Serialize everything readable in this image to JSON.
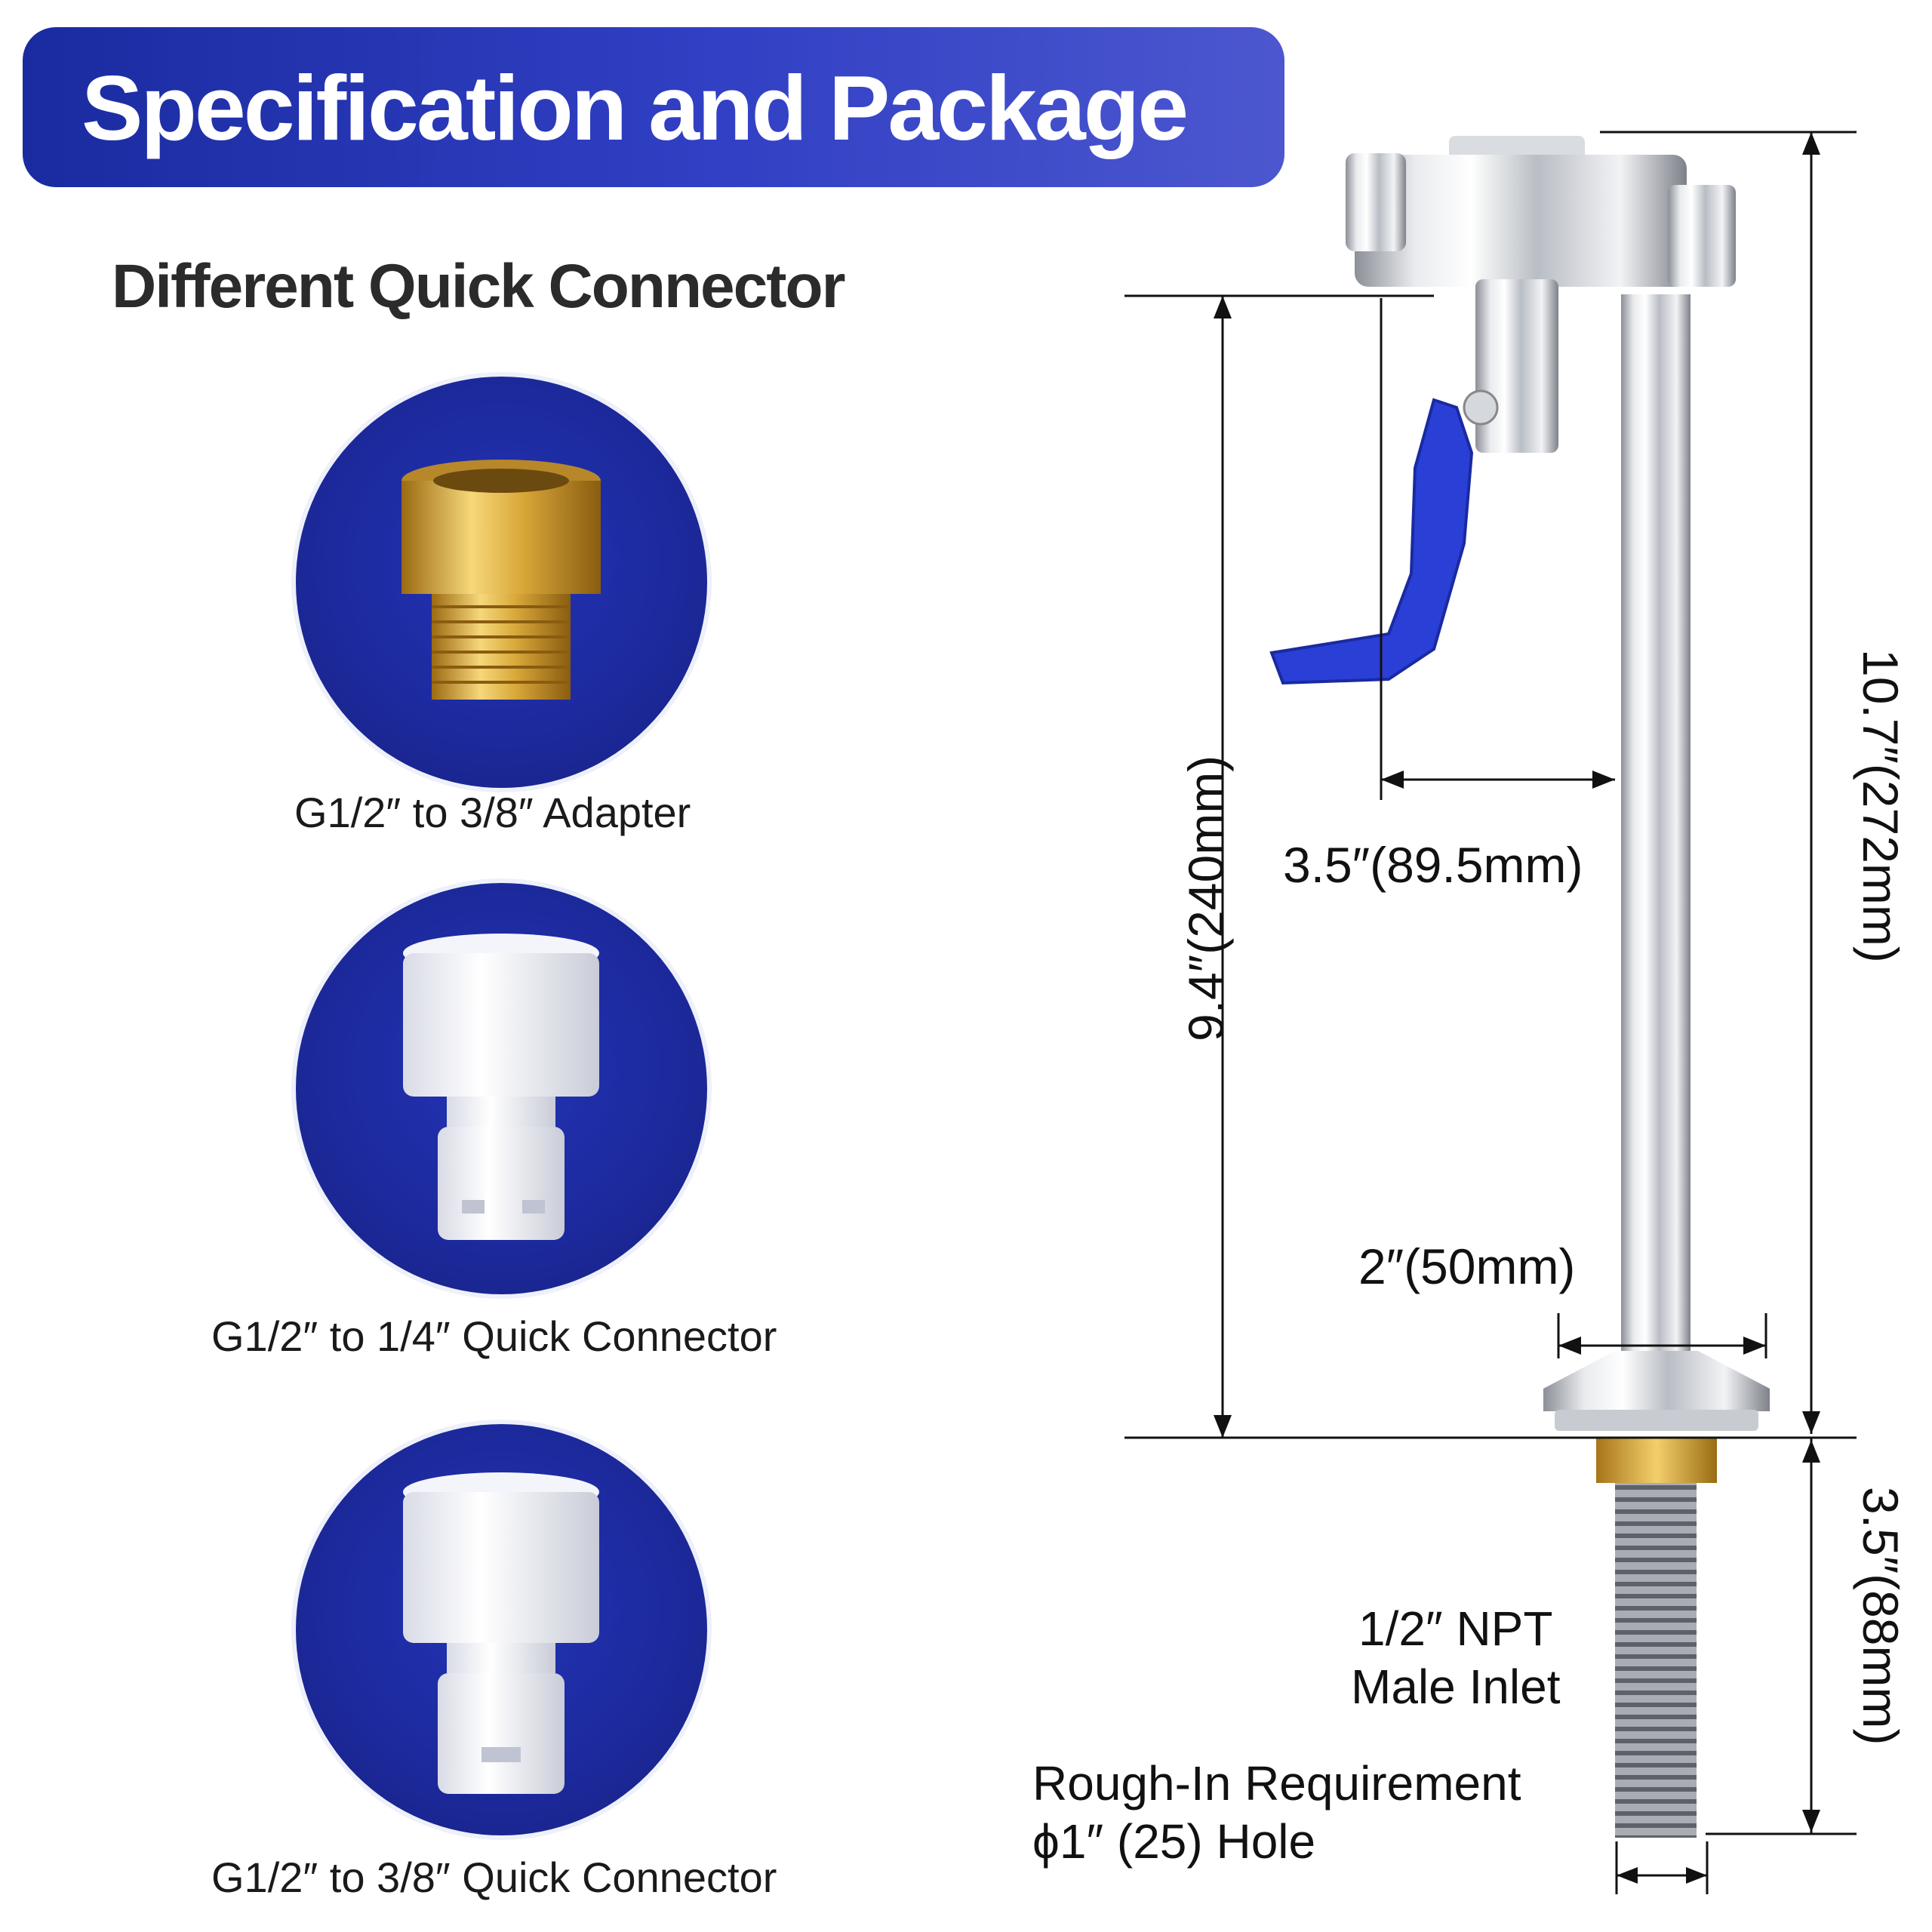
{
  "banner": {
    "title": "Specification and Package"
  },
  "section": {
    "title": "Different Quick Connector"
  },
  "connectors": [
    {
      "label": "G1/2″  to 3/8″ Adapter",
      "icon": "brass-adapter-icon"
    },
    {
      "label": "G1/2″  to 1/4″ Quick Connector",
      "icon": "white-quick-connector-icon"
    },
    {
      "label": "G1/2″  to 3/8″ Quick Connector",
      "icon": "white-quick-connector-icon"
    }
  ],
  "dimensions": {
    "overall_height": "10.7″(272mm)",
    "spout_height": "9.4″(240mm)",
    "spout_reach": "3.5″(89.5mm)",
    "base_diameter": "2″(50mm)",
    "shank_length": "3.5″(88mm)",
    "inlet_line1": "1/2″ NPT",
    "inlet_line2": "Male Inlet",
    "rough_in_line1": "Rough-In Requirement",
    "rough_in_line2": "ϕ1″  (25) Hole"
  },
  "colors": {
    "banner": "#2a3bbf",
    "circle": "#1d2a9e",
    "lever": "#2a3fd6",
    "brass": "#d9a93a"
  }
}
